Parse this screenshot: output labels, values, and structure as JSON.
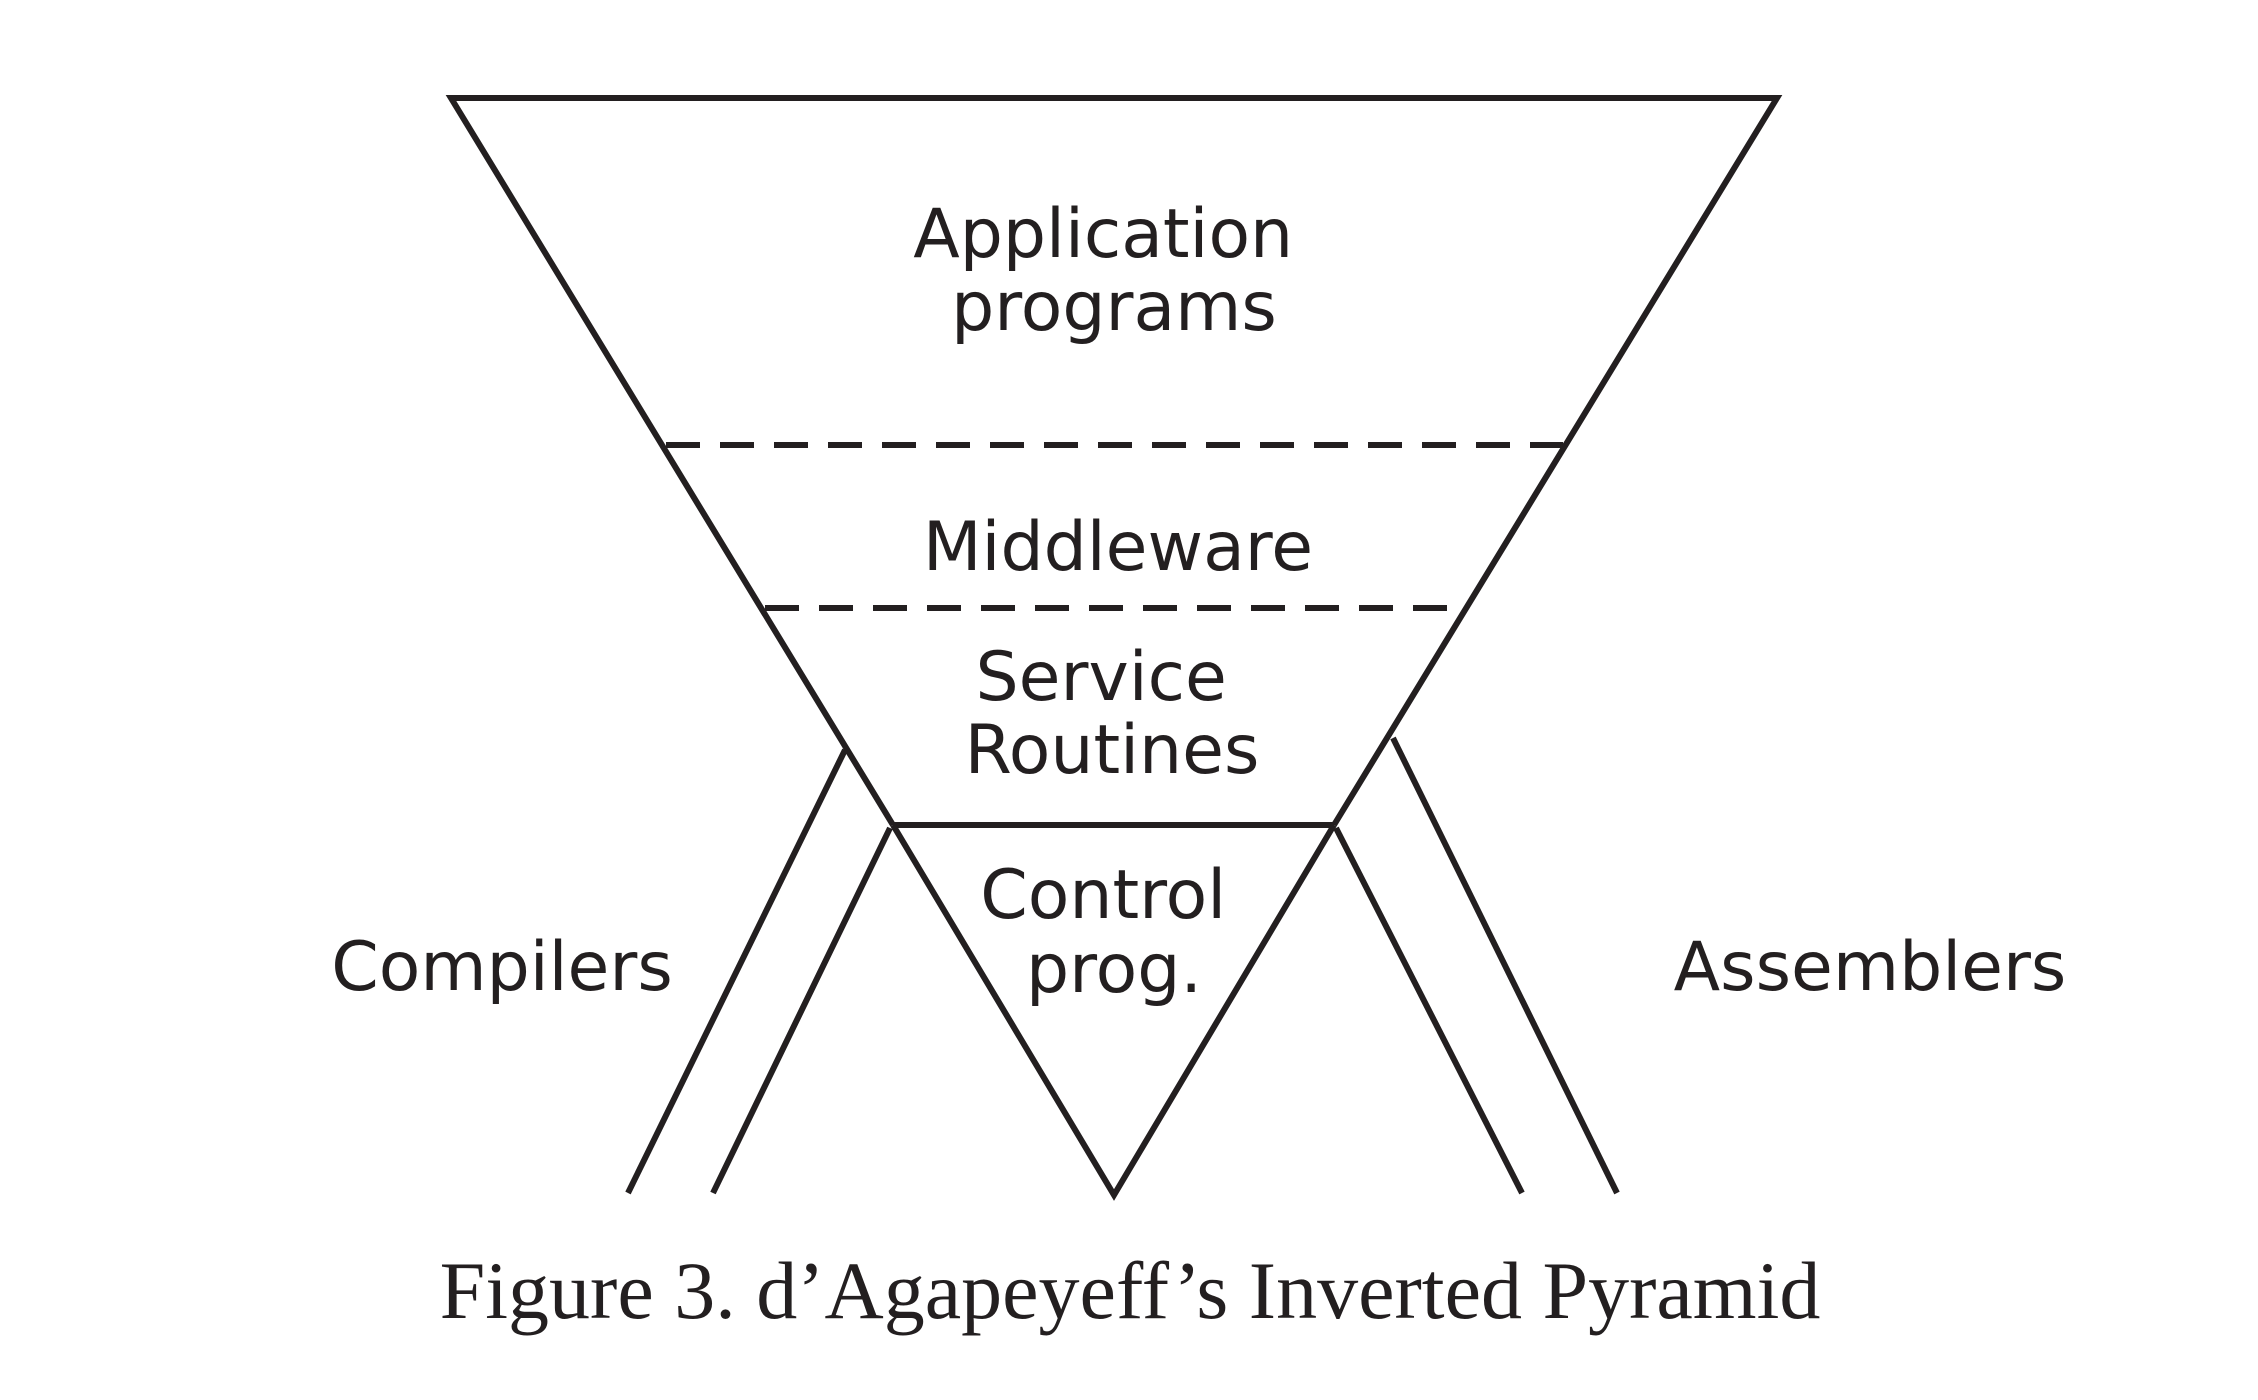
{
  "diagram": {
    "layers": {
      "application": [
        "Application",
        "programs"
      ],
      "middleware": "Middleware",
      "service": [
        "Service",
        "Routines"
      ],
      "control": [
        "Control",
        "prog."
      ]
    },
    "side_labels": {
      "left": "Compilers",
      "right": "Assemblers"
    },
    "caption": "Figure 3. d’Agapeyeff’s Inverted Pyramid",
    "colors": {
      "ink": "#231f20",
      "background": "#ffffff"
    }
  }
}
